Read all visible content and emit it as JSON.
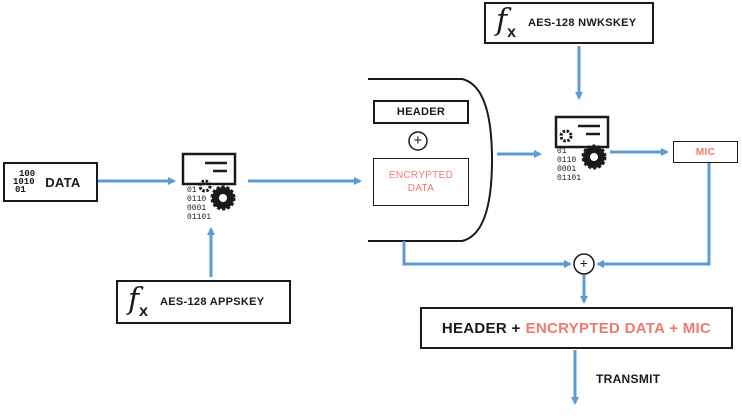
{
  "input": {
    "bits": [
      "100",
      "1010",
      "01"
    ],
    "label": "DATA"
  },
  "app_key": {
    "fx": "f",
    "fx_sub": "x",
    "label": "AES-128 APPSKEY"
  },
  "nwk_key": {
    "fx": "f",
    "fx_sub": "x",
    "label": "AES-128 NWKSKEY"
  },
  "processor_bits": [
    "01",
    "0110",
    "0001",
    "01101"
  ],
  "packet": {
    "header": "HEADER",
    "plus": "+",
    "encrypted": [
      "ENCRYPTED",
      "DATA"
    ]
  },
  "mic": "MIC",
  "combine_symbol": "+",
  "output": {
    "header": "HEADER +",
    "encrypted": "ENCRYPTED DATA + MIC"
  },
  "transmit": "TRANSMIT",
  "colors": {
    "arrow": "#5b9bd5",
    "accent": "#f07a6f",
    "stroke": "#1a1a1a"
  }
}
